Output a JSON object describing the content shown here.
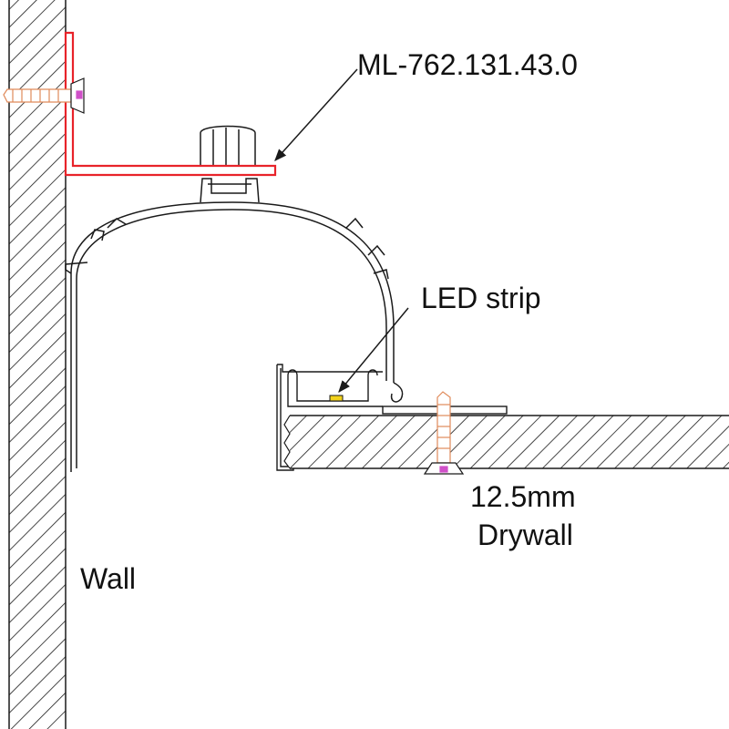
{
  "labels": {
    "part_number": "ML-762.131.43.0",
    "led_strip": "LED strip",
    "drywall_thickness": "12.5mm",
    "drywall": "Drywall",
    "wall": "Wall"
  },
  "colors": {
    "line": "#1a1a1a",
    "bracket": "#e8232a",
    "screw": "#e08a5a",
    "screw_tip": "#d050c8",
    "led_chip": "#f2d21c"
  },
  "icons": {
    "screw": "screw-icon",
    "arrow": "arrow-icon"
  }
}
